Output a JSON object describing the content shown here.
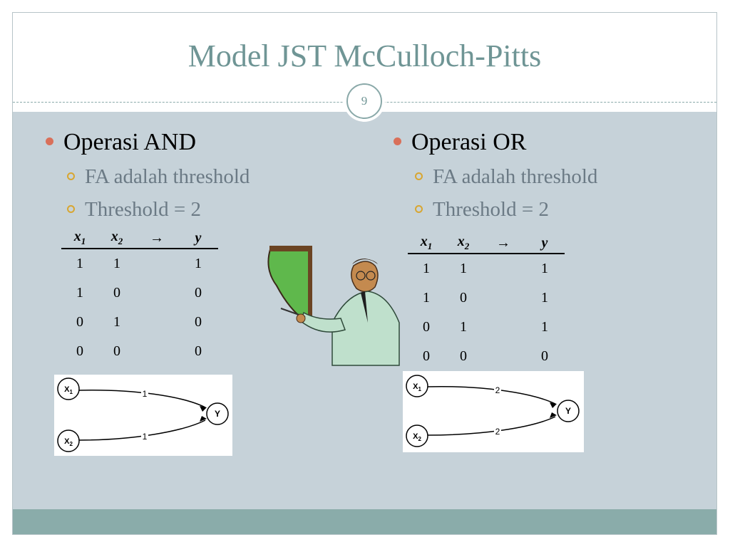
{
  "slide": {
    "title": "Model JST McCulloch-Pitts",
    "page_number": "9"
  },
  "left": {
    "heading": "Operasi AND",
    "sub1": "FA adalah threshold",
    "sub2": "Threshold = 2",
    "table": {
      "headers": [
        "x1",
        "x2",
        "→",
        "y"
      ],
      "rows": [
        [
          "1",
          "1",
          "",
          "1"
        ],
        [
          "1",
          "0",
          "",
          "0"
        ],
        [
          "0",
          "1",
          "",
          "0"
        ],
        [
          "0",
          "0",
          "",
          "0"
        ]
      ]
    },
    "diagram": {
      "input1": "X1",
      "input2": "X2",
      "weight1": "1",
      "weight2": "1",
      "output": "Y"
    }
  },
  "right": {
    "heading": "Operasi OR",
    "sub1": "FA adalah threshold",
    "sub2": "Threshold = 2",
    "table": {
      "headers": [
        "x1",
        "x2",
        "→",
        "y"
      ],
      "rows": [
        [
          "1",
          "1",
          "",
          "1"
        ],
        [
          "1",
          "0",
          "",
          "1"
        ],
        [
          "0",
          "1",
          "",
          "1"
        ],
        [
          "0",
          "0",
          "",
          "0"
        ]
      ]
    },
    "diagram": {
      "input1": "X1",
      "input2": "X2",
      "weight1": "2",
      "weight2": "2",
      "output": "Y"
    }
  },
  "clipart": {
    "icon": "presenter-with-board-icon"
  },
  "colors": {
    "title": "#6f9595",
    "content_bg": "#c6d2d9",
    "footer": "#8aacaa",
    "bullet": "#d9705a",
    "sub_bullet": "#d8a631",
    "sub_text": "#6b7a85"
  }
}
